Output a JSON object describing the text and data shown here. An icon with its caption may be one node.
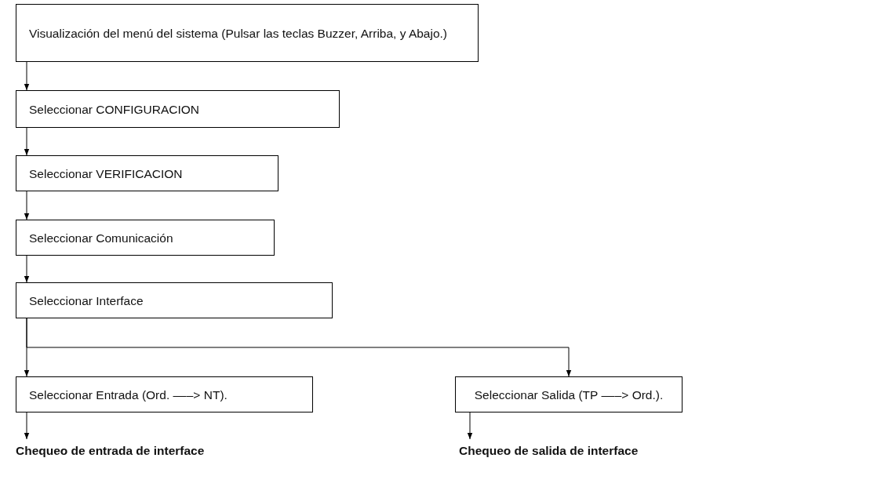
{
  "diagram": {
    "nodes": [
      {
        "text": [
          "Visualización del menú del sistema (Pulsar las teclas Buzzer, Arriba, y Abajo.)"
        ]
      },
      {
        "text": [
          "Seleccionar CONFIGURACION"
        ]
      },
      {
        "text": [
          "Seleccionar VERIFICACION"
        ]
      },
      {
        "text": [
          "Seleccionar Comunicación"
        ]
      },
      {
        "text": [
          "Seleccionar Interface"
        ]
      },
      {
        "text": [
          "Seleccionar Entrada (Ord. –––> NT)."
        ]
      },
      {
        "text": [
          "Seleccionar Salida (TP –––> Ord.)."
        ]
      },
      {
        "text": [
          "Chequeo de entrada de interface"
        ]
      },
      {
        "text": [
          "Chequeo de salida de interface"
        ]
      }
    ],
    "edges": [
      {
        "from": 0,
        "to": 1,
        "arrow": "to"
      },
      {
        "from": 1,
        "to": 2,
        "arrow": "to"
      },
      {
        "from": 2,
        "to": 3,
        "arrow": "to"
      },
      {
        "from": 3,
        "to": 4,
        "arrow": "to"
      },
      {
        "from": 4,
        "to": 5,
        "arrow": "to"
      },
      {
        "from": 4,
        "to": 6,
        "arrow": "to"
      },
      {
        "from": 5,
        "to": 7,
        "arrow": "to"
      },
      {
        "from": 6,
        "to": 8,
        "arrow": "to"
      }
    ]
  }
}
